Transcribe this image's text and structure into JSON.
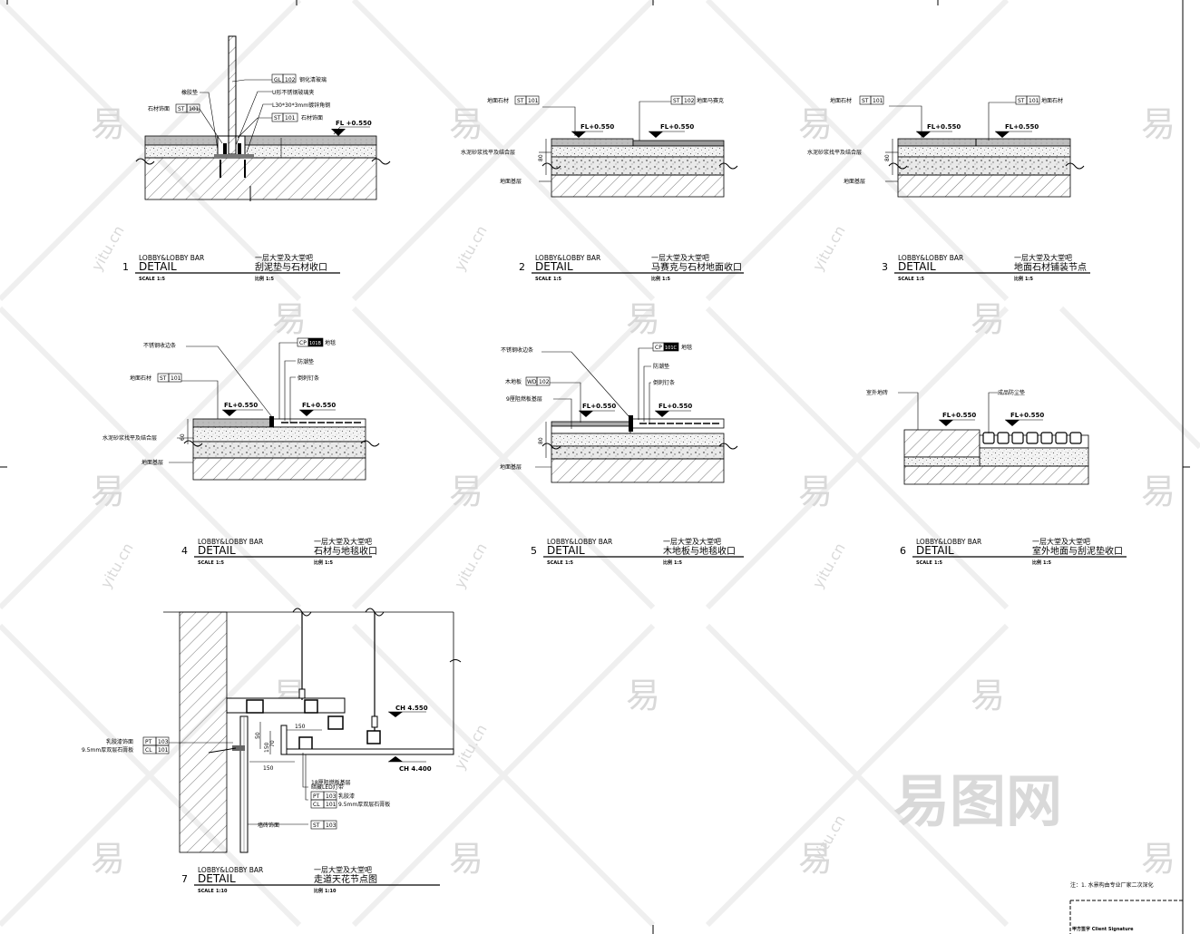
{
  "details": [
    {
      "num": "1",
      "en": "LOBBY&LOBBY BAR",
      "detail": "DETAIL",
      "cn_area": "一层大堂及大堂吧",
      "cn_title": "刮泥垫与石材收口",
      "scale_label": "SCALE",
      "scale_val": "1:5",
      "ratio_label": "比例",
      "ratio_val": "1:5",
      "labels": {
        "gl": "GL",
        "gl_num": "102",
        "gl_text": "钢化清玻璃",
        "rubber": "橡胶垫",
        "u_clip": "U形不锈钢玻璃夹",
        "angle": "L30*30*3mm镀锌角钢",
        "st_left": "ST",
        "st_left_num": "101",
        "st_left_text": "石材饰面",
        "st_right": "ST",
        "st_right_num": "101",
        "st_right_text": "石材饰面",
        "fl": "FL +0.550"
      }
    },
    {
      "num": "2",
      "en": "LOBBY&LOBBY BAR",
      "detail": "DETAIL",
      "cn_area": "一层大堂及大堂吧",
      "cn_title": "马赛克与石材地面收口",
      "scale_label": "SCALE",
      "scale_val": "1:5",
      "ratio_label": "比例",
      "ratio_val": "1:5",
      "labels": {
        "st_left_text": "地面石材",
        "st": "ST",
        "st_num": "101",
        "st2": "ST",
        "st2_num": "102",
        "st2_text": "地面马赛克",
        "fl1": "FL+0.550",
        "fl2": "FL+0.550",
        "mortar": "水泥砂浆找平及结合层",
        "base": "地面基层",
        "dim": "80"
      }
    },
    {
      "num": "3",
      "en": "LOBBY&LOBBY BAR",
      "detail": "DETAIL",
      "cn_area": "一层大堂及大堂吧",
      "cn_title": "地面石材铺装节点",
      "scale_label": "SCALE",
      "scale_val": "1:5",
      "ratio_label": "比例",
      "ratio_val": "1:5",
      "labels": {
        "st_left_text": "地面石材",
        "st": "ST",
        "st_num": "101",
        "st2": "ST",
        "st2_num": "101",
        "st2_text": "地面石材",
        "fl1": "FL+0.550",
        "fl2": "FL+0.550",
        "mortar": "水泥砂浆找平及结合层",
        "base": "地面基层",
        "dim": "80"
      }
    },
    {
      "num": "4",
      "en": "LOBBY&LOBBY BAR",
      "detail": "DETAIL",
      "cn_area": "一层大堂及大堂吧",
      "cn_title": "石材与地毯收口",
      "scale_label": "SCALE",
      "scale_val": "1:5",
      "ratio_label": "比例",
      "ratio_val": "1:5",
      "labels": {
        "strip": "不锈钢收边条",
        "cp": "CP",
        "cp_num": "101B",
        "cp_text": "地毯",
        "pad": "防潮垫",
        "tack": "倒刺钉条",
        "st_text": "地面石材",
        "st": "ST",
        "st_num": "101",
        "fl1": "FL+0.550",
        "fl2": "FL+0.550",
        "mortar": "水泥砂浆找平及结合层",
        "base": "地面基层",
        "dim": "60"
      }
    },
    {
      "num": "5",
      "en": "LOBBY&LOBBY BAR",
      "detail": "DETAIL",
      "cn_area": "一层大堂及大堂吧",
      "cn_title": "木地板与地毯收口",
      "scale_label": "SCALE",
      "scale_val": "1:5",
      "ratio_label": "比例",
      "ratio_val": "1:5",
      "labels": {
        "strip": "不锈钢收边条",
        "cp": "CP",
        "cp_num": "101C",
        "cp_text": "地毯",
        "pad": "防潮垫",
        "tack": "倒刺钉条",
        "wd_text": "木地板",
        "wd": "WD",
        "wd_num": "102",
        "ply": "9厘阻燃板基层",
        "fl1": "FL+0.550",
        "fl2": "FL+0.550",
        "base": "地面基层",
        "dim": "80"
      }
    },
    {
      "num": "6",
      "en": "LOBBY&LOBBY BAR",
      "detail": "DETAIL",
      "cn_area": "一层大堂及大堂吧",
      "cn_title": "室外地面与刮泥垫收口",
      "scale_label": "SCALE",
      "scale_val": "1:5",
      "ratio_label": "比例",
      "ratio_val": "1:5",
      "labels": {
        "outdoor": "室外地砖",
        "mat": "成品防尘垫",
        "fl1": "FL+0.550",
        "fl2": "FL+0.550"
      }
    },
    {
      "num": "7",
      "en": "LOBBY&LOBBY BAR",
      "detail": "DETAIL",
      "cn_area": "一层大堂及大堂吧",
      "cn_title": "走道天花节点图",
      "scale_label": "SCALE",
      "scale_val": "1:10",
      "ratio_label": "比例",
      "ratio_val": "1:10",
      "labels": {
        "pt": "PT",
        "pt_num": "103",
        "pt_text": "乳胶漆饰面",
        "cl": "CL",
        "cl_num": "101",
        "cl_text": "9.5mm厚双层石膏板",
        "ch1": "CH 4.550",
        "ch2": "CH 4.400",
        "led": "暗藏LED灯带",
        "board": "18厘阻燃板基层",
        "pt2": "PT",
        "pt2_num": "103",
        "pt2_text": "乳胶漆",
        "cl2": "CL",
        "cl2_num": "101",
        "cl2_text": "9.5mm厚双层石膏板",
        "tile": "墙砖饰面",
        "st": "ST",
        "st_num": "103",
        "d150a": "150",
        "d150b": "150",
        "d50": "50",
        "d70": "70",
        "d150c": "150"
      }
    }
  ],
  "note": "注：1. 水景构由专业厂家二次深化",
  "client_signature": "甲方签字 Client Signature",
  "watermark_char": "易",
  "watermark_url": "yitu.cn",
  "watermark_logo": "易图网"
}
